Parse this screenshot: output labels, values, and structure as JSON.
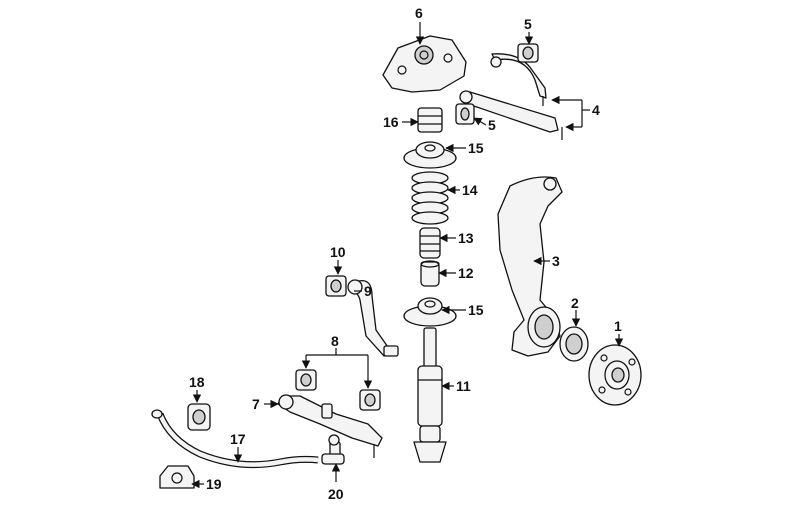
{
  "diagram": {
    "callouts": [
      {
        "id": "c1",
        "label": "1"
      },
      {
        "id": "c2",
        "label": "2"
      },
      {
        "id": "c3",
        "label": "3"
      },
      {
        "id": "c4",
        "label": "4"
      },
      {
        "id": "c5a",
        "label": "5"
      },
      {
        "id": "c5b",
        "label": "5"
      },
      {
        "id": "c6",
        "label": "6"
      },
      {
        "id": "c7",
        "label": "7"
      },
      {
        "id": "c8",
        "label": "8"
      },
      {
        "id": "c9",
        "label": "9"
      },
      {
        "id": "c10",
        "label": "10"
      },
      {
        "id": "c11",
        "label": "11"
      },
      {
        "id": "c12",
        "label": "12"
      },
      {
        "id": "c13",
        "label": "13"
      },
      {
        "id": "c14",
        "label": "14"
      },
      {
        "id": "c15a",
        "label": "15"
      },
      {
        "id": "c15b",
        "label": "15"
      },
      {
        "id": "c16",
        "label": "16"
      },
      {
        "id": "c17",
        "label": "17"
      },
      {
        "id": "c18",
        "label": "18"
      },
      {
        "id": "c19",
        "label": "19"
      },
      {
        "id": "c20",
        "label": "20"
      }
    ]
  }
}
